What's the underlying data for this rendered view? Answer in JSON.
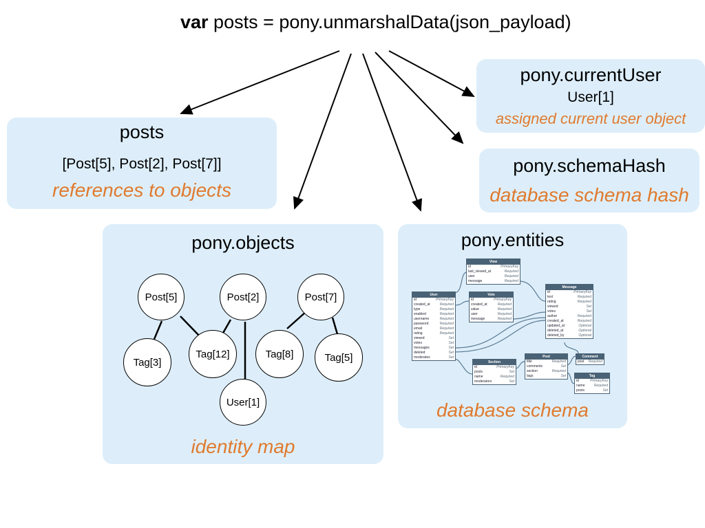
{
  "header": {
    "keyword": "var",
    "code": " posts = pony.unmarshalData(json_payload)"
  },
  "current_user": {
    "title": "pony.currentUser",
    "value": "User[1]",
    "caption": "assigned current user object"
  },
  "schema_hash": {
    "title": "pony.schemaHash",
    "caption": "database schema hash"
  },
  "posts": {
    "title": "posts",
    "value": "[Post[5], Post[2], Post[7]]",
    "caption": "references to objects"
  },
  "objects": {
    "title": "pony.objects",
    "caption": "identity map",
    "nodes": [
      "Post[5]",
      "Post[2]",
      "Post[7]",
      "Tag[3]",
      "Tag[12]",
      "Tag[8]",
      "Tag[5]",
      "User[1]"
    ]
  },
  "entities": {
    "title": "pony.entities",
    "caption": "database schema",
    "tables": {
      "view": {
        "name": "View",
        "rows": [
          [
            "id",
            "PrimaryKey"
          ],
          [
            "last_viewed_at",
            "Required"
          ],
          [
            "user",
            "Required"
          ],
          [
            "message",
            "Required"
          ]
        ]
      },
      "vote": {
        "name": "Vote",
        "rows": [
          [
            "id",
            "PrimaryKey"
          ],
          [
            "created_at",
            "Required"
          ],
          [
            "value",
            "Required"
          ],
          [
            "user",
            "Required"
          ],
          [
            "message",
            "Required"
          ]
        ]
      },
      "user": {
        "name": "User",
        "rows": [
          [
            "id",
            "PrimaryKey"
          ],
          [
            "created_at",
            "Required"
          ],
          [
            "type",
            "Required"
          ],
          [
            "enabled",
            "Required"
          ],
          [
            "username",
            "Required"
          ],
          [
            "password",
            "Required"
          ],
          [
            "email",
            "Required"
          ],
          [
            "rating",
            "Required"
          ],
          [
            "viewed",
            "Set"
          ],
          [
            "votes",
            "Set"
          ],
          [
            "messages",
            "Set"
          ],
          [
            "deleted",
            "Set"
          ],
          [
            "moderates",
            "Set"
          ]
        ]
      },
      "message": {
        "name": "Message",
        "rows": [
          [
            "id",
            "PrimaryKey"
          ],
          [
            "text",
            "Required"
          ],
          [
            "rating",
            "Required"
          ],
          [
            "viewed",
            "Set"
          ],
          [
            "votes",
            "Set"
          ],
          [
            "author",
            "Required"
          ],
          [
            "created_at",
            "Required"
          ],
          [
            "updated_at",
            "Optional"
          ],
          [
            "deleted_at",
            "Optional"
          ],
          [
            "deleted_by",
            "Optional"
          ]
        ]
      },
      "section": {
        "name": "Section",
        "rows": [
          [
            "id",
            "PrimaryKey"
          ],
          [
            "posts",
            "Set"
          ],
          [
            "name",
            "Required"
          ],
          [
            "moderators",
            "Set"
          ]
        ]
      },
      "post": {
        "name": "Post",
        "rows": [
          [
            "title",
            "Required"
          ],
          [
            "comments",
            "Set"
          ],
          [
            "section",
            "Required"
          ],
          [
            "tags",
            "Set"
          ]
        ]
      },
      "comment": {
        "name": "Comment",
        "rows": [
          [
            "post",
            "Required"
          ]
        ]
      },
      "tag": {
        "name": "Tag",
        "rows": [
          [
            "id",
            "PrimaryKey"
          ],
          [
            "name",
            "Required"
          ],
          [
            "posts",
            "Set"
          ]
        ]
      }
    }
  },
  "colors": {
    "panel": "#ddeefa",
    "accent": "#e07a2e",
    "table_header": "#4a6275"
  }
}
